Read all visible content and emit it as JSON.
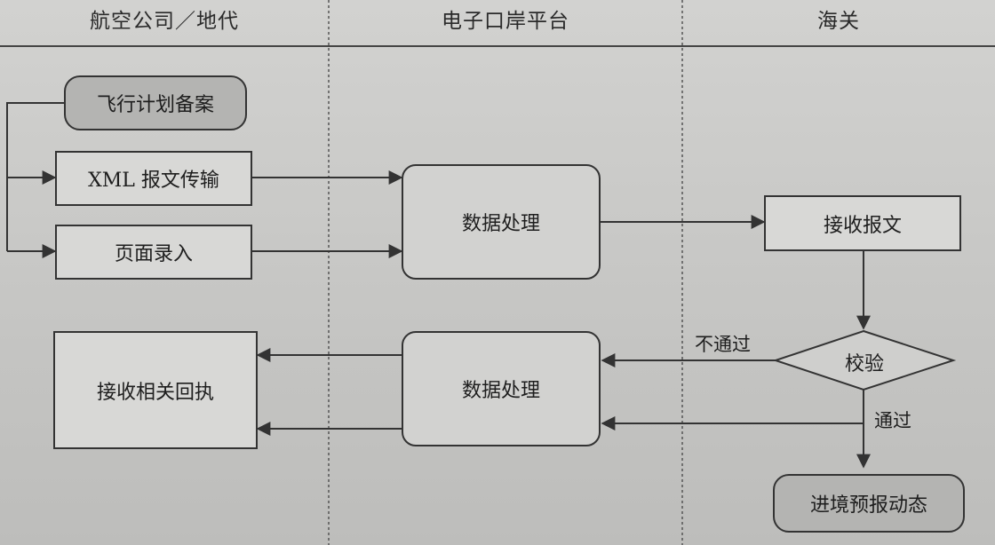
{
  "lanes": {
    "airline": "航空公司／地代",
    "platform": "电子口岸平台",
    "customs": "海关"
  },
  "nodes": {
    "flight_plan": "飞行计划备案",
    "xml_transmit": "XML 报文传输",
    "page_entry": "页面录入",
    "data_process_1": "数据处理",
    "receive_message": "接收报文",
    "validate": "校验",
    "data_process_2": "数据处理",
    "receive_receipt": "接收相关回执",
    "inbound_report": "进境预报动态"
  },
  "edges": {
    "fail": "不通过",
    "pass": "通过"
  }
}
